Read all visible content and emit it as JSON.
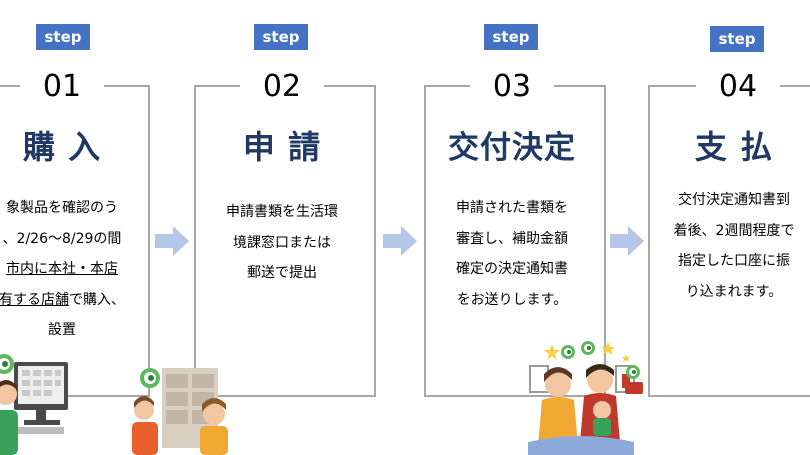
{
  "steps": [
    {
      "badge": "step",
      "number": "01",
      "title": "購 入",
      "lines": [
        "象製品を確認のう",
        "、2/26～8/29の間",
        "市内に本社・本店",
        "有する店舗で購入、",
        "設置"
      ]
    },
    {
      "badge": "step",
      "number": "02",
      "title": "申 請",
      "lines": [
        "申請書類を生活環",
        "境課窓口または",
        "郵送で提出"
      ]
    },
    {
      "badge": "step",
      "number": "03",
      "title": "交付決定",
      "lines": [
        "申請された書類を",
        "審査し、補助金額",
        "確定の決定通知書",
        "をお送りします。"
      ]
    },
    {
      "badge": "step",
      "number": "04",
      "title": "支 払",
      "lines": [
        "交付決定通知書到",
        "着後、2週間程度で",
        "指定した口座に振",
        "り込まれます。"
      ]
    }
  ],
  "colors": {
    "badge": "#4472c4",
    "title": "#1f3864",
    "frame": "#a6a6a6",
    "arrow": "#b4c7e7"
  }
}
